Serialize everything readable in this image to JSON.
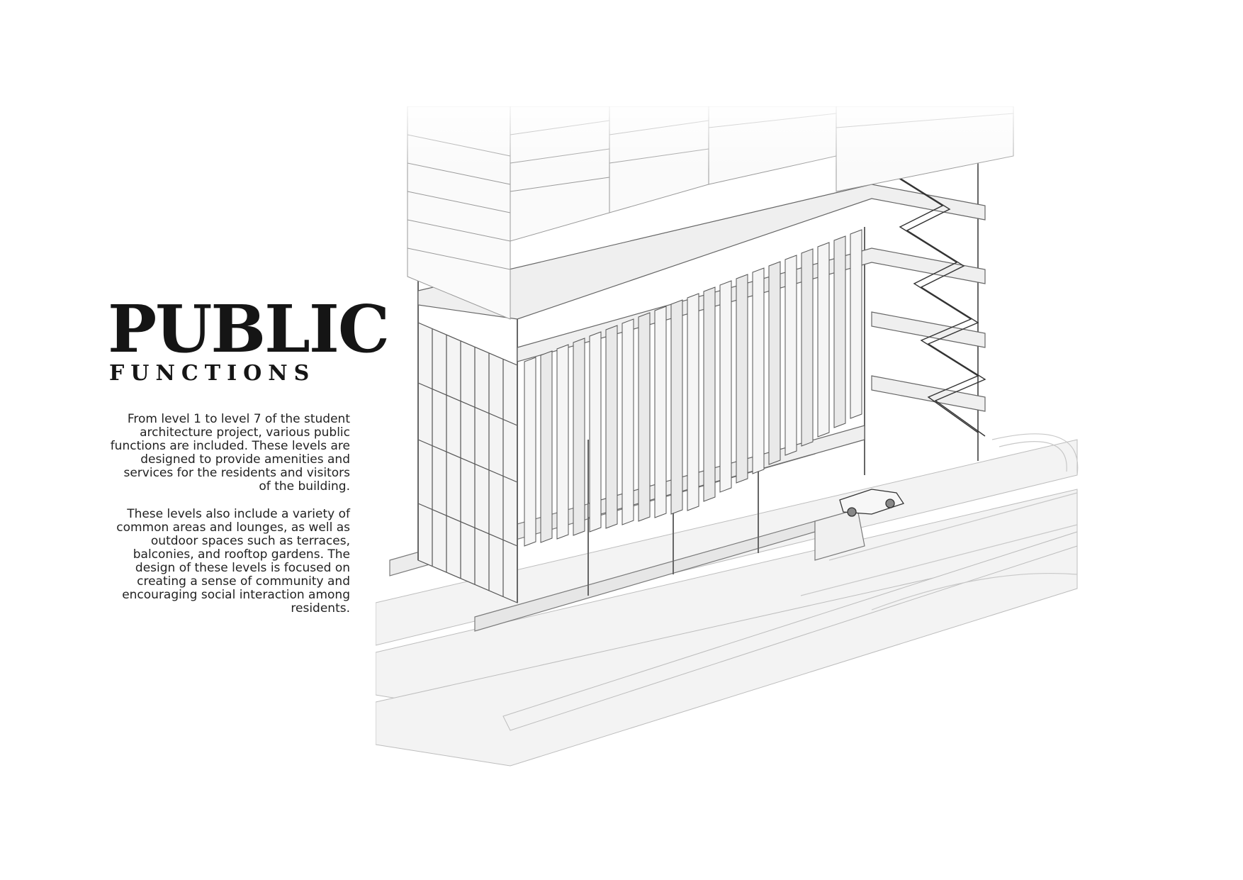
{
  "heading": {
    "title": "PUBLIC",
    "subtitle": "FUNCTIONS"
  },
  "body": {
    "paragraph_1": "From level 1 to level 7 of the student architecture project, various public functions are included. These levels are designed to provide amenities and services for the residents and visitors of the building.",
    "paragraph_2": "These levels also include a variety of common areas and lounges, as well as outdoor spaces such as terraces, balconies, and rooftop gardens. The design of these levels is focused on creating a sense of community and encouraging social interaction among residents."
  },
  "illustration": {
    "type": "axonometric building section drawing",
    "palette": {
      "line": "#555555",
      "fill": "#f2f2f2",
      "shade": "#e2e2e2"
    }
  }
}
